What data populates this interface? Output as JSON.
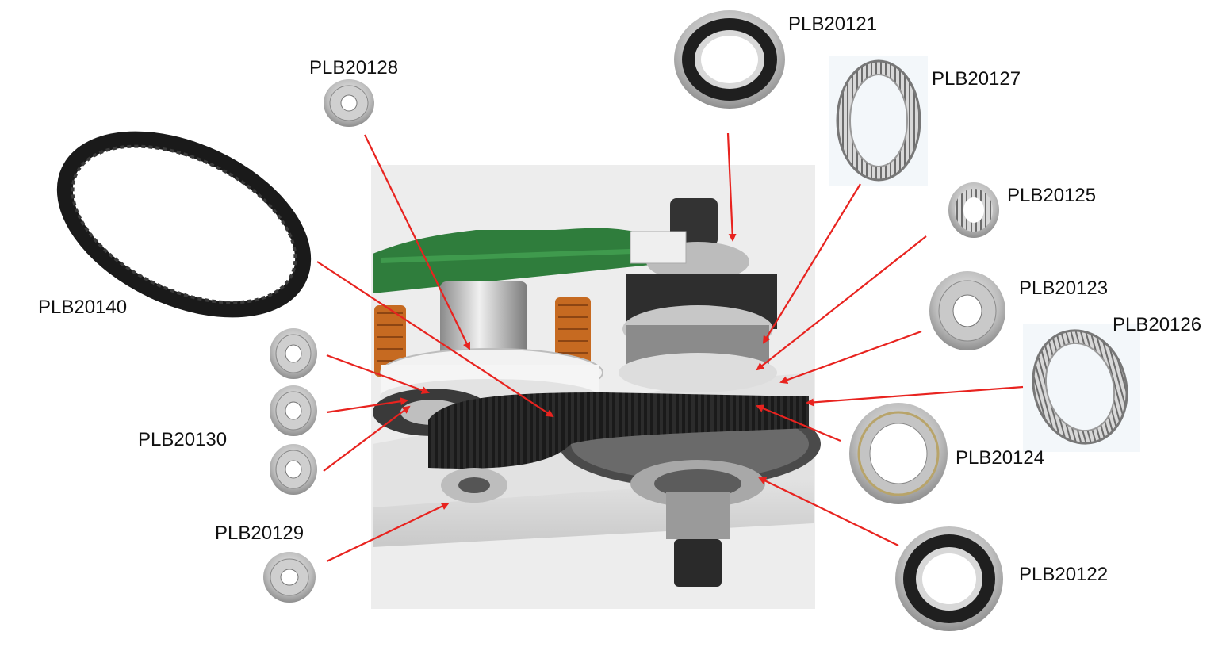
{
  "colors": {
    "arrow": "#e8231f",
    "bearing_outer": "#c8c8c8",
    "bearing_seal": "#2a2a2a",
    "belt": "#1a1a1a",
    "pcb": "#2f7d3c",
    "copper": "#c66a21",
    "housing": "#d9d9d9"
  },
  "labels": {
    "plb20121": "PLB20121",
    "plb20127": "PLB20127",
    "plb20128": "PLB20128",
    "plb20125": "PLB20125",
    "plb20140": "PLB20140",
    "plb20123": "PLB20123",
    "plb20126": "PLB20126",
    "plb20130": "PLB20130",
    "plb20124": "PLB20124",
    "plb20129": "PLB20129",
    "plb20122": "PLB20122"
  },
  "icons": {
    "bearing": "ball-bearing-icon",
    "needle": "needle-bearing-icon",
    "belt": "timing-belt-icon",
    "motor": "mid-drive-motor-cutaway"
  }
}
